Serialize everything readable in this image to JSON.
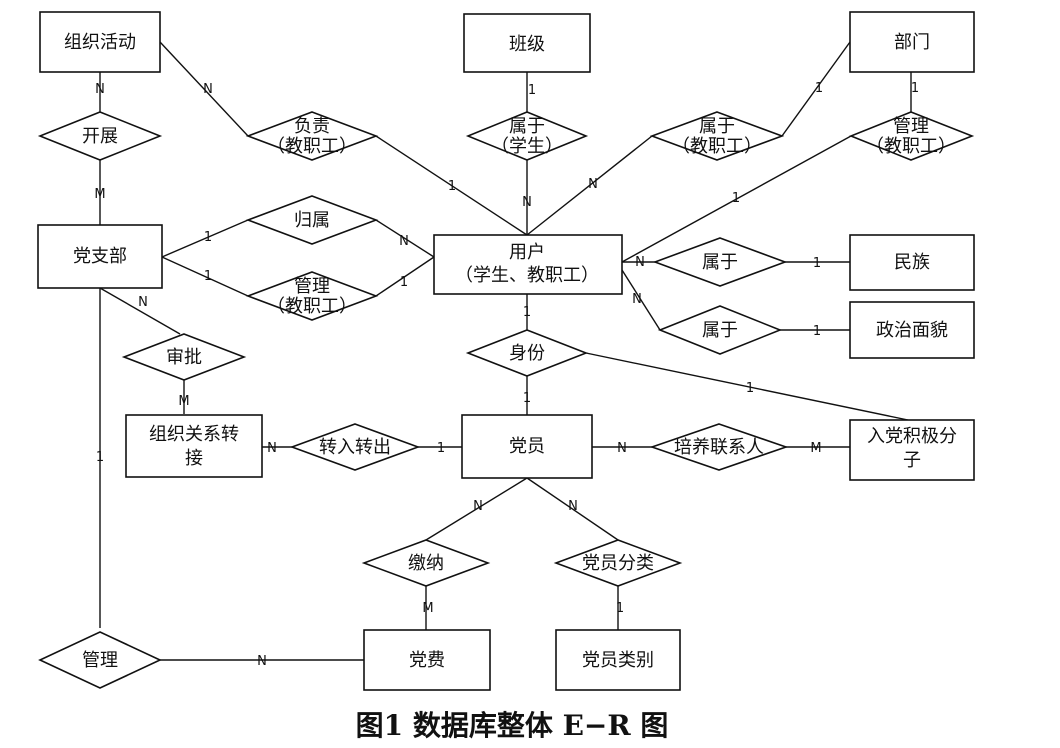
{
  "entities": {
    "org_activity": "组织活动",
    "class": "班级",
    "department": "部门",
    "party_branch": "党支部",
    "user_line1": "用户",
    "user_line2": "（学生、教职工）",
    "ethnicity": "民族",
    "political_status": "政治面貌",
    "org_transfer_line1": "组织关系转",
    "org_transfer_line2": "接",
    "party_member": "党员",
    "activist_line1": "入党积极分",
    "activist_line2": "子",
    "party_fee": "党费",
    "member_category": "党员类别"
  },
  "relationships": {
    "carry_out": "开展",
    "responsible_line1": "负责",
    "responsible_line2": "（教职工）",
    "belong_student_line1": "属于",
    "belong_student_line2": "（学生）",
    "belong_staff_line1": "属于",
    "belong_staff_line2": "（教职工）",
    "manage_dept_line1": "管理",
    "manage_dept_line2": "（教职工）",
    "belong_branch": "归属",
    "manage_branch_line1": "管理",
    "manage_branch_line2": "（教职工）",
    "belong_ethnicity": "属于",
    "belong_political": "属于",
    "approve": "审批",
    "identity": "身份",
    "transfer_in_out": "转入转出",
    "contact_person": "培养联系人",
    "pay": "缴纳",
    "classify": "党员分类",
    "manage_fee": "管理"
  },
  "cardinalities": {
    "activity_carry": "N",
    "branch_carry": "M",
    "activity_resp": "N",
    "user_resp": "1",
    "class_belong": "1",
    "user_belong_student": "N",
    "dept_belong": "1",
    "user_belong_staff": "N",
    "dept_manage": "1",
    "user_manage_dept": "1",
    "branch_belong": "1",
    "user_belong_branch": "N",
    "branch_manage": "1",
    "user_manage_branch": "1",
    "user_ethnicity": "N",
    "ethnicity_one": "1",
    "user_political": "N",
    "political_one": "1",
    "branch_approve": "N",
    "transfer_approve": "M",
    "user_identity": "1",
    "member_identity": "1",
    "activist_identity": "1",
    "transfer_side": "N",
    "member_transfer": "1",
    "member_contact": "N",
    "activist_contact": "M",
    "member_pay": "N",
    "member_classify": "N",
    "fee_pay": "M",
    "category_classify": "1",
    "branch_manage_fee": "1",
    "fee_manage": "N"
  },
  "caption": "图1  数据库整体 E−R 图"
}
